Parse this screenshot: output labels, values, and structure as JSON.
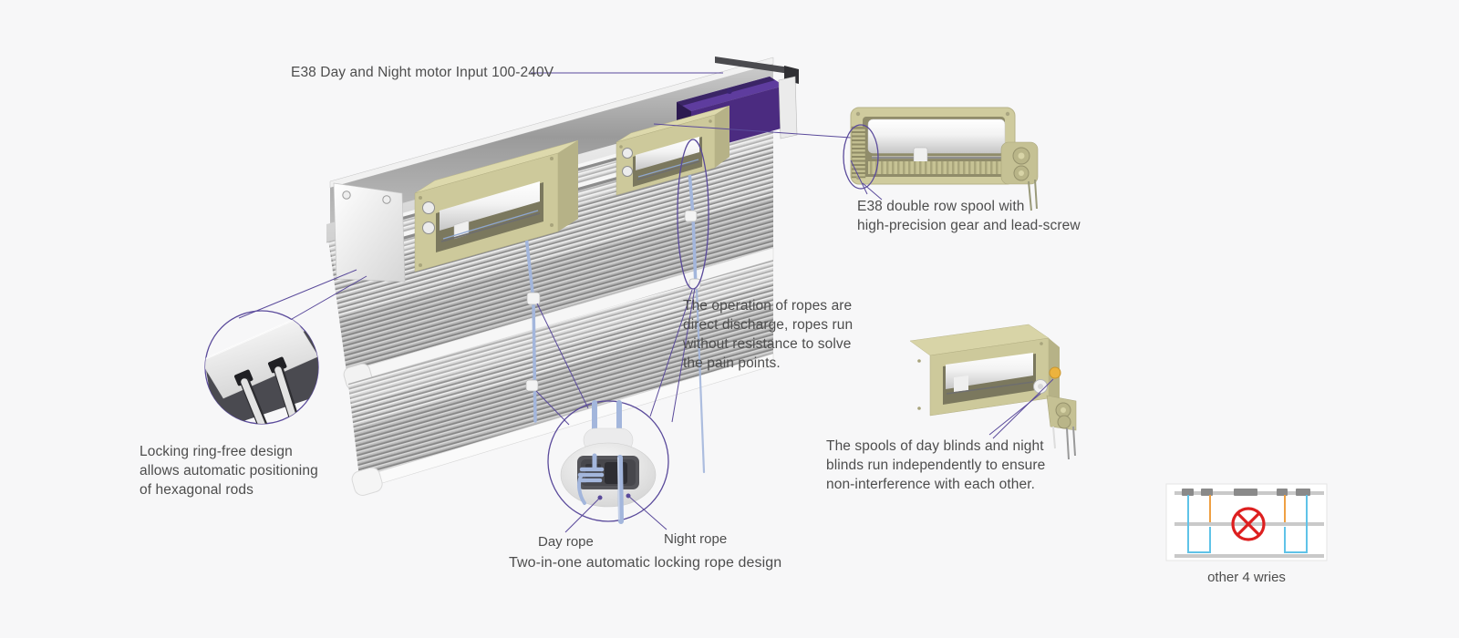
{
  "colors": {
    "bg": "#f7f7f8",
    "accent": "#5a4a9b",
    "text": "#4d4d4d",
    "khaki": "#cdc99b",
    "motor_purple": "#4b2b80",
    "rope_blue": "#a3b6dc",
    "wire_blue": "#5fc3e8",
    "wire_orange": "#efa043",
    "status_red": "#dd1f1f"
  },
  "annotations": {
    "motor_label": "E38 Day and Night motor Input 100-240V",
    "double_row_note": {
      "lines": [
        "E38 double row spool with",
        "high-precision gear and lead-screw"
      ]
    },
    "ropes_note": {
      "lines": [
        "The operation of ropes are",
        "direct discharge, ropes run",
        "without resistance to solve",
        "the pain points."
      ]
    },
    "locking_note": {
      "lines": [
        "Locking ring-free design",
        "allows automatic positioning",
        "of hexagonal rods"
      ]
    },
    "day_rope_label": "Day rope",
    "night_rope_label": "Night rope",
    "two_in_one_caption": "Two-in-one automatic locking rope design",
    "independent_note": {
      "lines": [
        "The spools of day blinds and night",
        "blinds run independently to ensure",
        "non-interference with each other."
      ]
    },
    "other_wires_caption": "other 4 wries"
  }
}
